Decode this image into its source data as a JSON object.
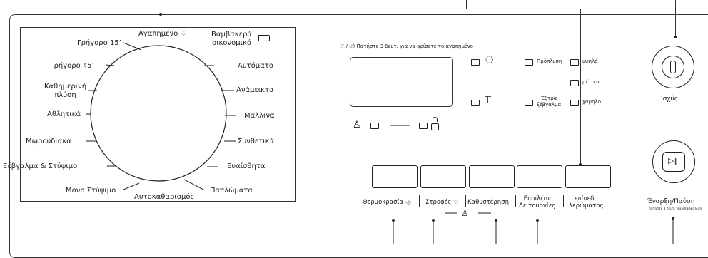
{
  "programs": {
    "favorite": "Αγαπημένο",
    "cotton_eco_1": "Βαμβακερά",
    "cotton_eco_2": "οικονομικό",
    "auto": "Αυτόματο",
    "mixed": "Ανάμεικτα",
    "wool": "Μάλλινα",
    "synthetics": "Συνθετικά",
    "delicate": "Ευαίσθητα",
    "duvets": "Παπλώματα",
    "self_clean": "Αυτοκαθαρισμός",
    "spin_only": "Μόνο Στύψιμο",
    "rinse_spin": "Ξέβγαλμα & Στύψιμο",
    "baby": "Μωρουδιακά",
    "sports": "Αθλητικά",
    "daily_1": "Καθημερινή",
    "daily_2": "πλύση",
    "quick45": "Γρήγορο 45’",
    "quick15": "Γρήγορο 15’"
  },
  "display": {
    "favorite_hint": "Πατήστε 3 δευτ. για να ορίσετε το αγαπημένο",
    "favorite_hint_prefix": "♡ / ◁)"
  },
  "options": {
    "prewash": "Πρόπλυση",
    "extra_rinse_1": "Έξτρα",
    "extra_rinse_2": "ξέβγαλμα",
    "high": "υψηλό",
    "medium": "μέτριο",
    "low": "χαμηλό"
  },
  "buttons": {
    "temperature": "Θερμοκρασία",
    "spin": "Στροφές",
    "delay": "Καθυστέρηση",
    "extra_functions_1": "Επιπλέον",
    "extra_functions_2": "Λειτουργίες",
    "soil_level_1": "επίπεδο",
    "soil_level_2": "λερώματος"
  },
  "power": {
    "label": "Ισχύς"
  },
  "start": {
    "label": "Έναρξη/Παύση",
    "hint": "πατήστε 3 δευτ. για απασφάλιση"
  }
}
